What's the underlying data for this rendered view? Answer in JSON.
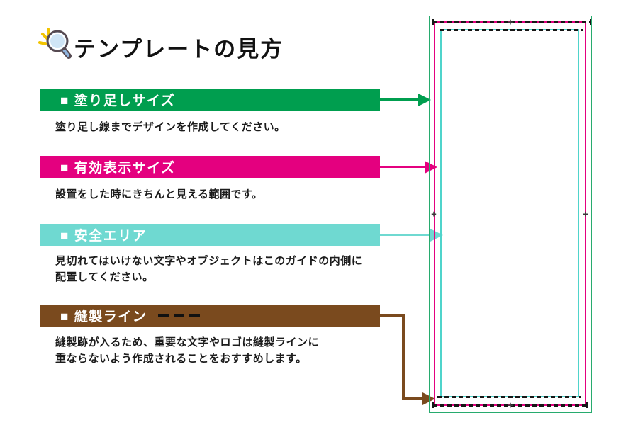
{
  "title": {
    "text": "テンプレートの見方",
    "icon": "magnifier-with-sparkles"
  },
  "sections": [
    {
      "id": "bleed-size",
      "label": "■ 塗り足しサイズ",
      "color": "#009E4F",
      "desc": "塗り足し線までデザインを作成してください。"
    },
    {
      "id": "effective-display-size",
      "label": "■ 有効表示サイズ",
      "color": "#E4007F",
      "desc": "設置をした時にきちんと見える範囲です。"
    },
    {
      "id": "safe-area",
      "label": "■ 安全エリア",
      "color": "#6FD9D1",
      "desc": "見切れてはいけない文字やオブジェクトはこのガイドの内側に\n配置してください。"
    },
    {
      "id": "sewing-line",
      "label": "■ 縫製ライン",
      "color": "#7A4A1E",
      "icon": "dashed-line",
      "desc": "縫製跡が入るため、重要な文字やロゴは縫製ラインに\n重ならないよう作成されることをおすすめします。"
    }
  ],
  "diagram": {
    "bleed_line_color": "#27AB6E",
    "effective_line_color": "#E4007F",
    "safe_line_color": "#4FD4CB",
    "sewing_line_color": "#161616",
    "sewing_line_style": "dashed",
    "sewing_line_sides": "top-bottom"
  }
}
